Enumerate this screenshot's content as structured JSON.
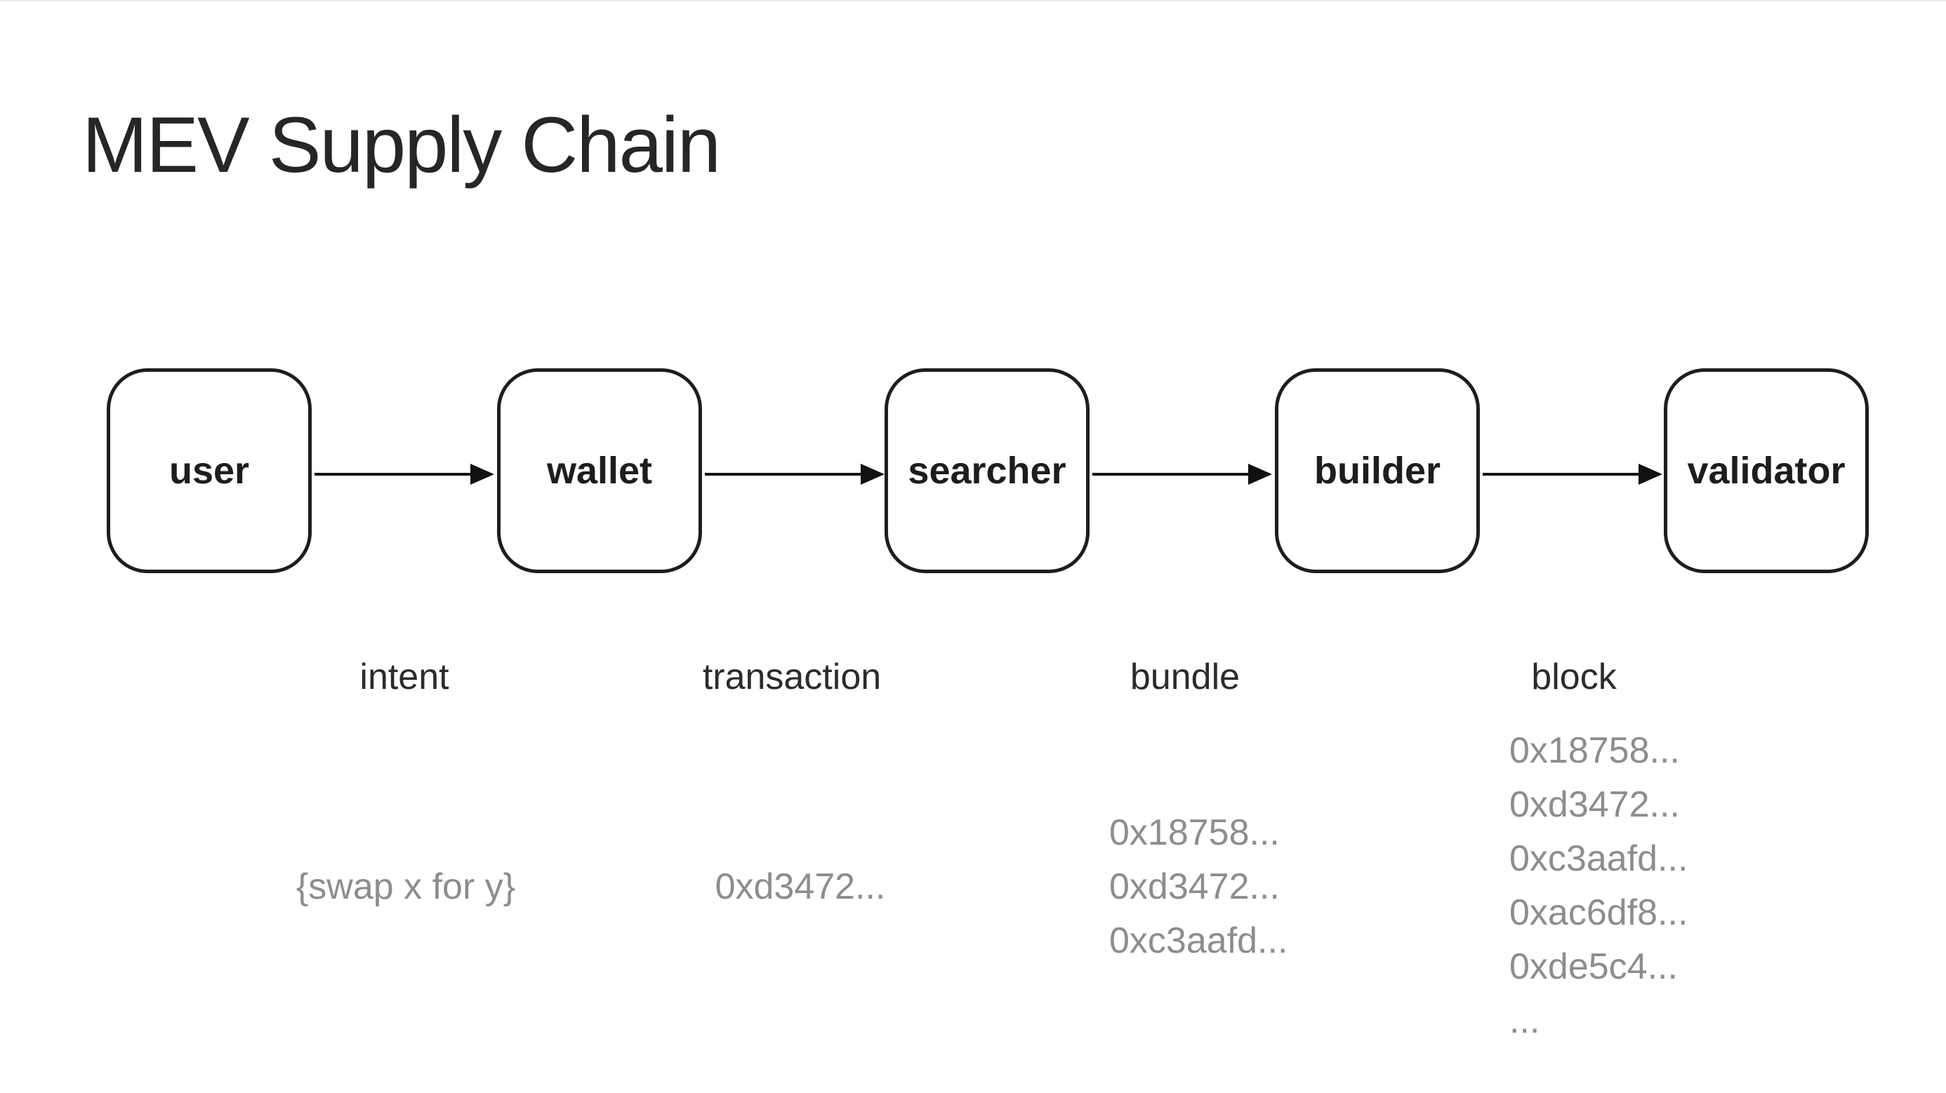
{
  "title": "MEV Supply Chain",
  "colors": {
    "background": "#ffffff",
    "node_border": "#1d1d1d",
    "node_label": "#1d1d1d",
    "arrow": "#111111",
    "text_primary": "#2b2b2b",
    "text_secondary": "#8d8d8d",
    "top_edge": "#ececec"
  },
  "diagram": {
    "nodes": [
      {
        "label": "user"
      },
      {
        "label": "wallet"
      },
      {
        "label": "searcher"
      },
      {
        "label": "builder"
      },
      {
        "label": "validator"
      }
    ],
    "edges": [
      {
        "label": "intent",
        "example_lines": [
          "{swap x for y}"
        ]
      },
      {
        "label": "transaction",
        "example_lines": [
          "0xd3472..."
        ]
      },
      {
        "label": "bundle",
        "example_lines": [
          "0x18758...",
          "0xd3472...",
          "0xc3aafd..."
        ]
      },
      {
        "label": "block",
        "example_lines": [
          "0x18758...",
          "0xd3472...",
          "0xc3aafd...",
          "0xac6df8...",
          "0xde5c4...",
          "..."
        ]
      }
    ]
  }
}
